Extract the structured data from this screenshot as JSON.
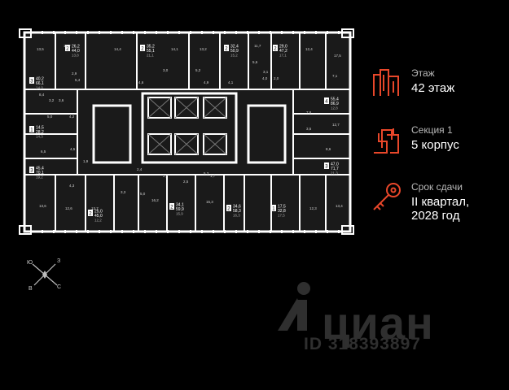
{
  "info": {
    "floor_label": "Этаж",
    "floor_value": "42 этаж",
    "section_label": "Секция 1",
    "section_value": "5 корпус",
    "deadline_label": "Срок сдачи",
    "deadline_value_line1": "II квартал,",
    "deadline_value_line2": "2028 год"
  },
  "compass": {
    "n": "З",
    "s": "С",
    "w": "Ю",
    "e": "В"
  },
  "watermark": {
    "brand": "циан",
    "id": "ID 318393897"
  },
  "colors": {
    "accent": "#e8472a",
    "background": "#000000",
    "wall": "#ffffff",
    "room": "#1a1a1a"
  },
  "apartments": [
    {
      "rooms": "2",
      "total": "26,2",
      "living": "44,0",
      "kitchen": "13,8"
    },
    {
      "rooms": "2",
      "total": "35,2",
      "living": "55,1",
      "kitchen": "21,1"
    },
    {
      "rooms": "2",
      "total": "32,4",
      "living": "50,9",
      "kitchen": "15,2"
    },
    {
      "rooms": "2",
      "total": "29,0",
      "living": "47,2",
      "kitchen": "17,1"
    },
    {
      "rooms": "3",
      "total": "40,2",
      "living": "66,1",
      "kitchen": "14,0"
    },
    {
      "rooms": "1",
      "total": "14,5",
      "living": "28,2",
      "kitchen": "14,3"
    },
    {
      "rooms": "3",
      "total": "45,4",
      "living": "70,1",
      "kitchen": "19,2"
    },
    {
      "rooms": "2",
      "total": "25,0",
      "living": "45,0",
      "kitchen": "12,2"
    },
    {
      "rooms": "2",
      "total": "34,1",
      "living": "59,9",
      "kitchen": "15,9"
    },
    {
      "rooms": "2",
      "total": "34,6",
      "living": "58,3",
      "kitchen": "16,3"
    },
    {
      "rooms": "1",
      "total": "17,5",
      "living": "32,8",
      "kitchen": "17,5"
    },
    {
      "rooms": "3",
      "total": "47,0",
      "living": "71,7",
      "kitchen": "21,3"
    },
    {
      "rooms": "4",
      "total": "55,4",
      "living": "86,9",
      "kitchen": "12,8"
    }
  ],
  "room_labels": [
    "13,5",
    "12,7",
    "14,4",
    "14,1",
    "13,2",
    "11,7",
    "12,4",
    "17,5",
    "8,4",
    "6,5",
    "5,0",
    "4,2",
    "3,2",
    "3,6",
    "5,4",
    "2,9",
    "4,6",
    "3,0",
    "5,2",
    "4,9",
    "4,1",
    "5,6",
    "3,1",
    "7,1",
    "4,0",
    "2,0",
    "12,7",
    "8,6",
    "4,5",
    "1,9",
    "5,0",
    "3,3",
    "4,3",
    "2,7",
    "2,5",
    "2,4",
    "1,7",
    "7,8",
    "3,5",
    "15,3",
    "5,3",
    "16,2",
    "13,6",
    "12,6",
    "13,7",
    "12,3",
    "13,4"
  ]
}
